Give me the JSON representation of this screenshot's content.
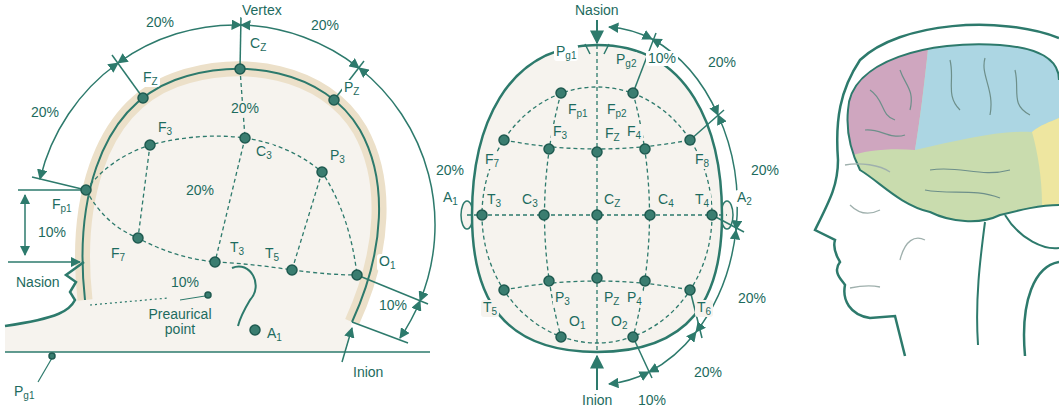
{
  "diagram": {
    "labels": [
      "20%",
      "Vertex",
      "20%",
      "FZ",
      "CZ",
      "20%",
      "PZ",
      "F3",
      "20%",
      "C3",
      "20%",
      "P3",
      "Fp1",
      "20%",
      "F7",
      "T3",
      "T5",
      "O1",
      "10%",
      "10%",
      "Nasion",
      "10%",
      "Preaurical point",
      "A1",
      "Inion",
      "Pg1",
      "Nasion",
      "Pg1",
      "10%",
      "Pg2",
      "20%",
      "Fp1",
      "Fp2",
      "FZ",
      "F3",
      "F4",
      "F7",
      "F8",
      "20%",
      "A1",
      "T3",
      "C3",
      "CZ",
      "C4",
      "T4",
      "A2",
      "20%",
      "T5",
      "P3",
      "PZ",
      "P4",
      "T6",
      "O1",
      "O2",
      "20%",
      "Inion",
      "10%"
    ]
  }
}
